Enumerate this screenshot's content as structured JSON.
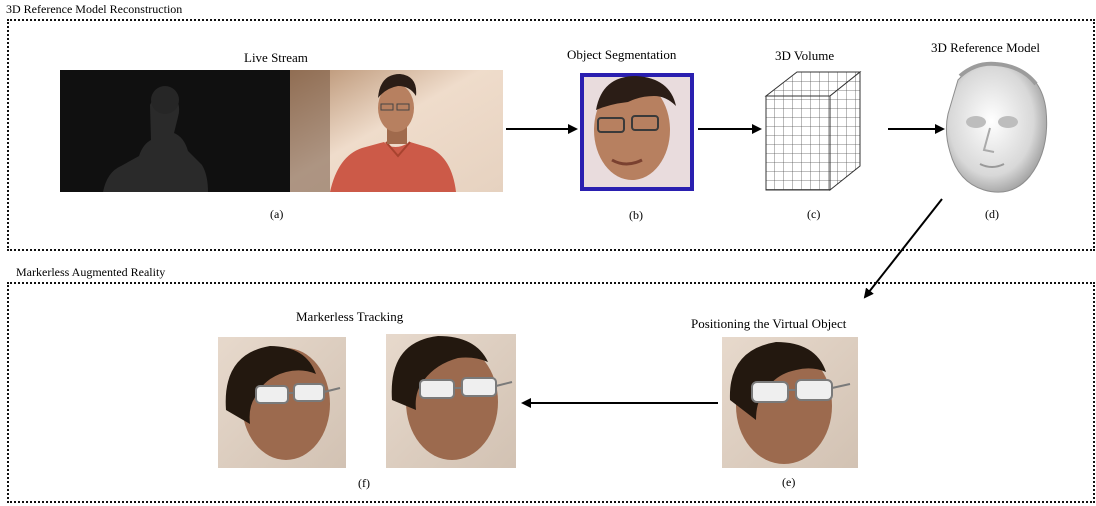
{
  "section_top": {
    "title": "3D Reference Model Reconstruction"
  },
  "section_bottom": {
    "title": "Markerless Augmented Reality"
  },
  "panels": {
    "a": {
      "label": "Live Stream",
      "caption": "(a)"
    },
    "b": {
      "label": "Object Segmentation",
      "caption": "(b)"
    },
    "c": {
      "label": "3D Volume",
      "caption": "(c)"
    },
    "d": {
      "label": "3D Reference Model",
      "caption": "(d)"
    },
    "e": {
      "label": "Positioning the Virtual Object",
      "caption": "(e)"
    },
    "f": {
      "label": "Markerless Tracking",
      "caption": "(f)"
    }
  },
  "colors": {
    "segmentation_border": "#2a1fb0",
    "skin": "#b78060",
    "shirt": "#cc5a48",
    "wall": "#e8d2bc",
    "depth_dark": "#101010"
  }
}
